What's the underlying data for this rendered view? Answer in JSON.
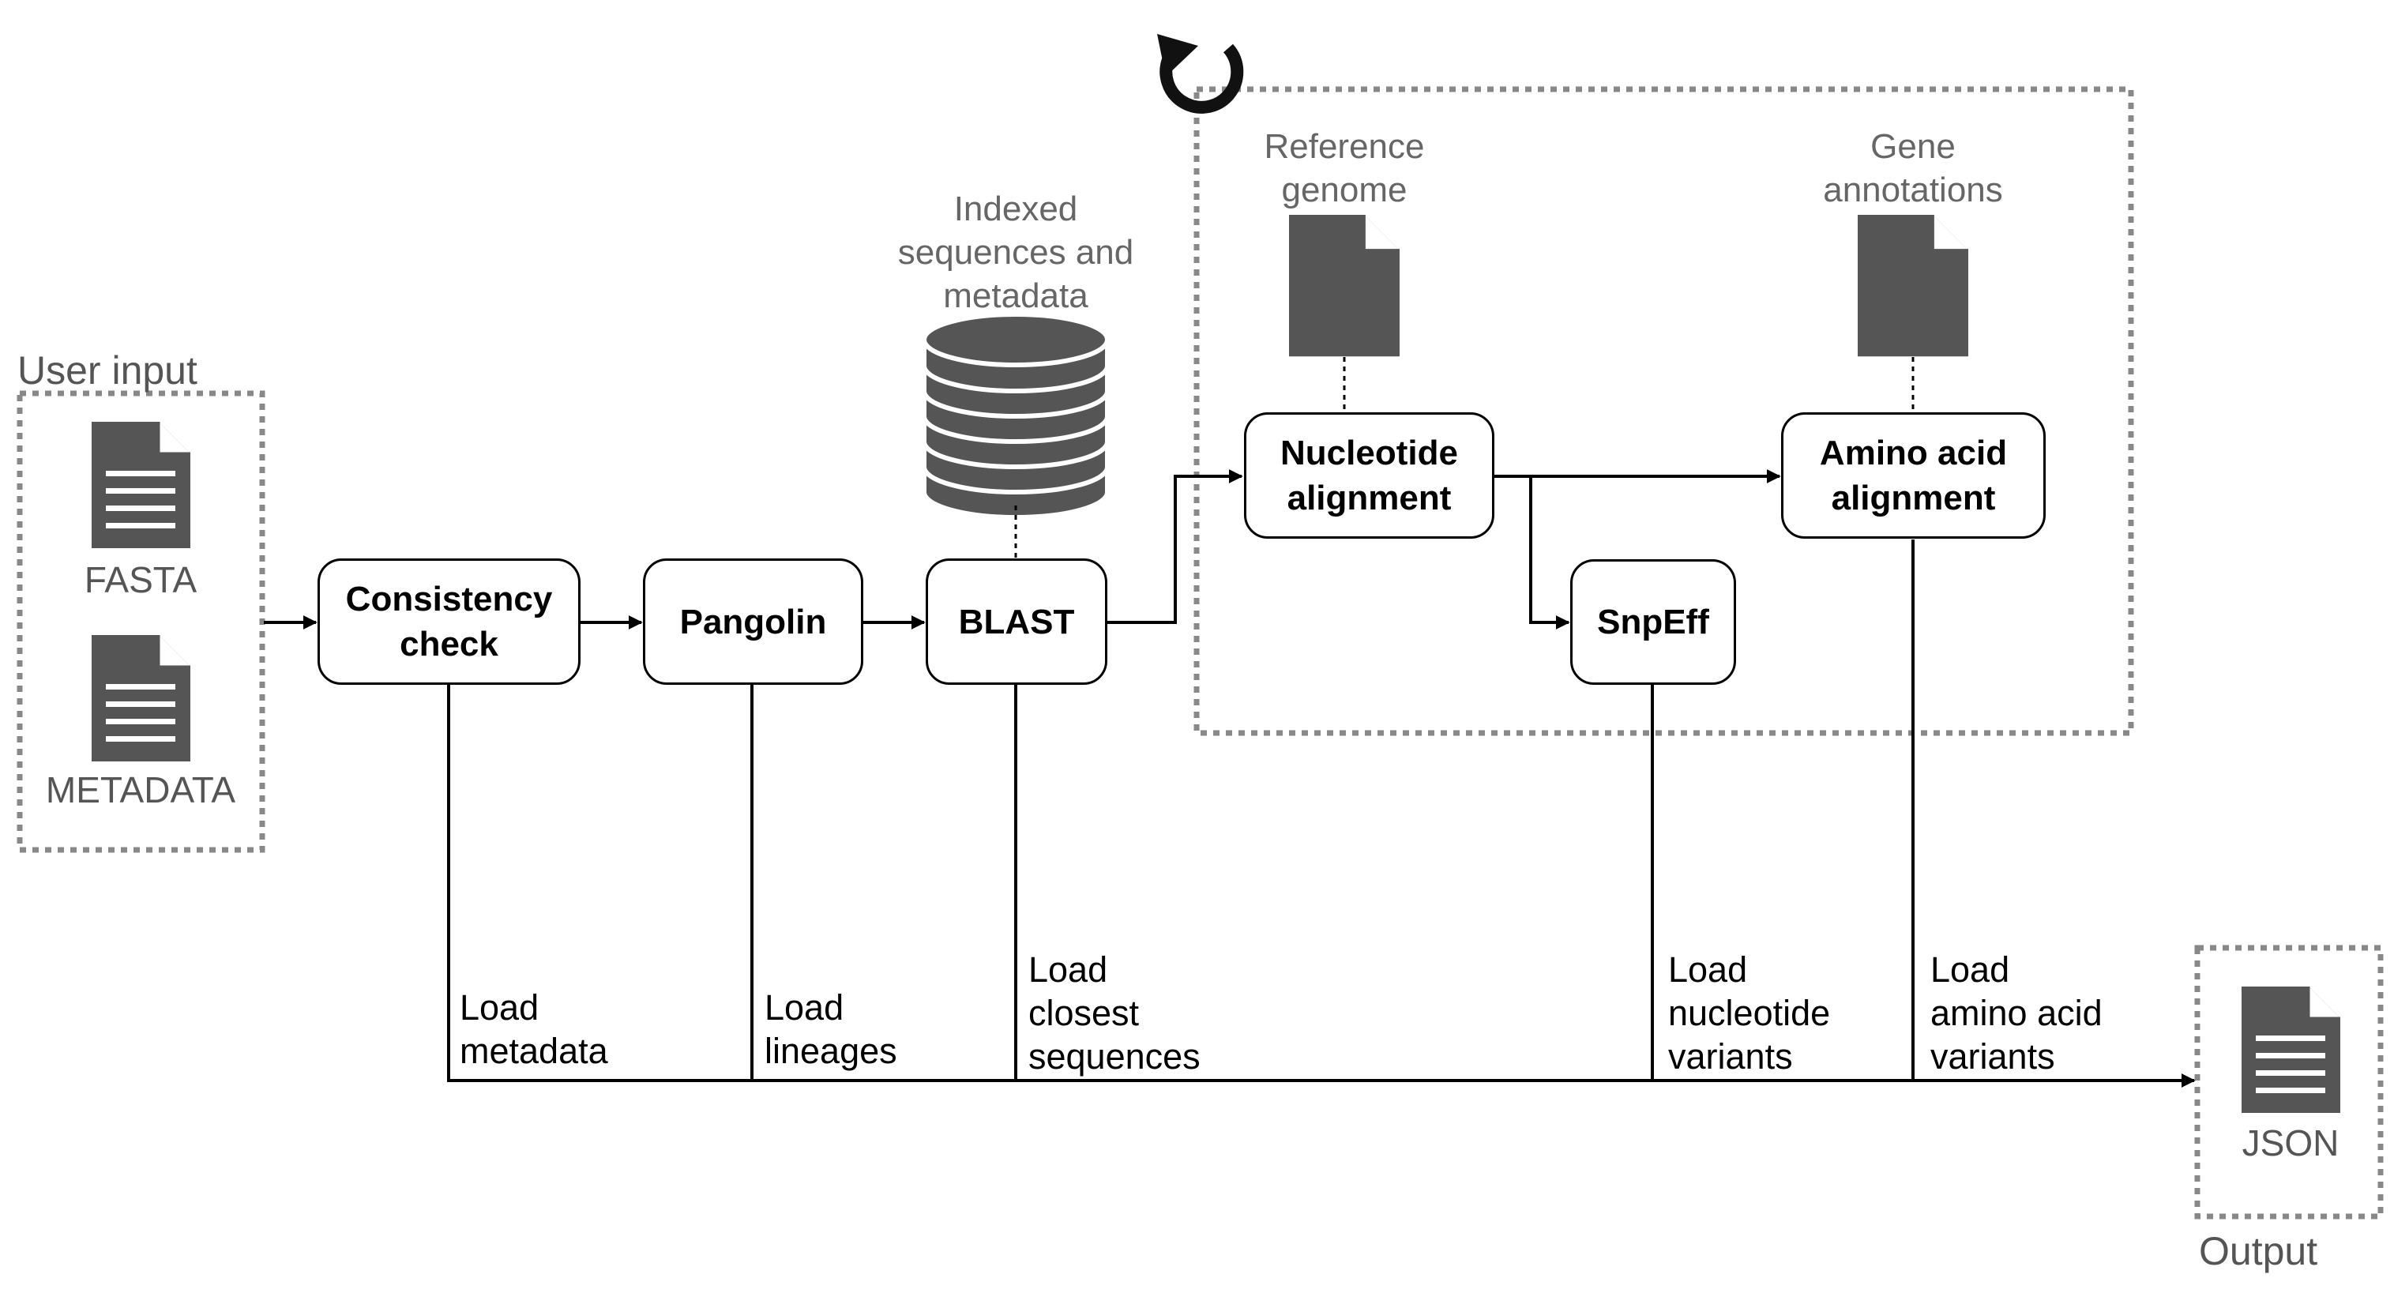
{
  "groups": {
    "user_input": "User input",
    "output": "Output"
  },
  "documents": {
    "fasta": "FASTA",
    "metadata": "METADATA",
    "json": "JSON"
  },
  "resources": {
    "indexed": "Indexed\nsequences and\nmetadata",
    "reference": "Reference\ngenome",
    "annotations": "Gene\nannotations"
  },
  "nodes": {
    "consistency": "Consistency\ncheck",
    "pangolin": "Pangolin",
    "blast": "BLAST",
    "nucleotide": "Nucleotide\nalignment",
    "snpeff": "SnpEff",
    "aminoacid": "Amino acid\nalignment"
  },
  "loads": {
    "metadata": "Load\nmetadata",
    "lineages": "Load\nlineages",
    "closest": "Load\nclosest\nsequences",
    "nucleotide": "Load\nnucleotide\nvariants",
    "aminoacid": "Load\namino acid\nvariants"
  },
  "icons": {
    "document": "document-icon",
    "database": "database-icon",
    "loop": "loop-arrow-icon"
  },
  "colors": {
    "icon_fill": "#555555",
    "dotted_border": "#888888",
    "line": "#000000"
  }
}
